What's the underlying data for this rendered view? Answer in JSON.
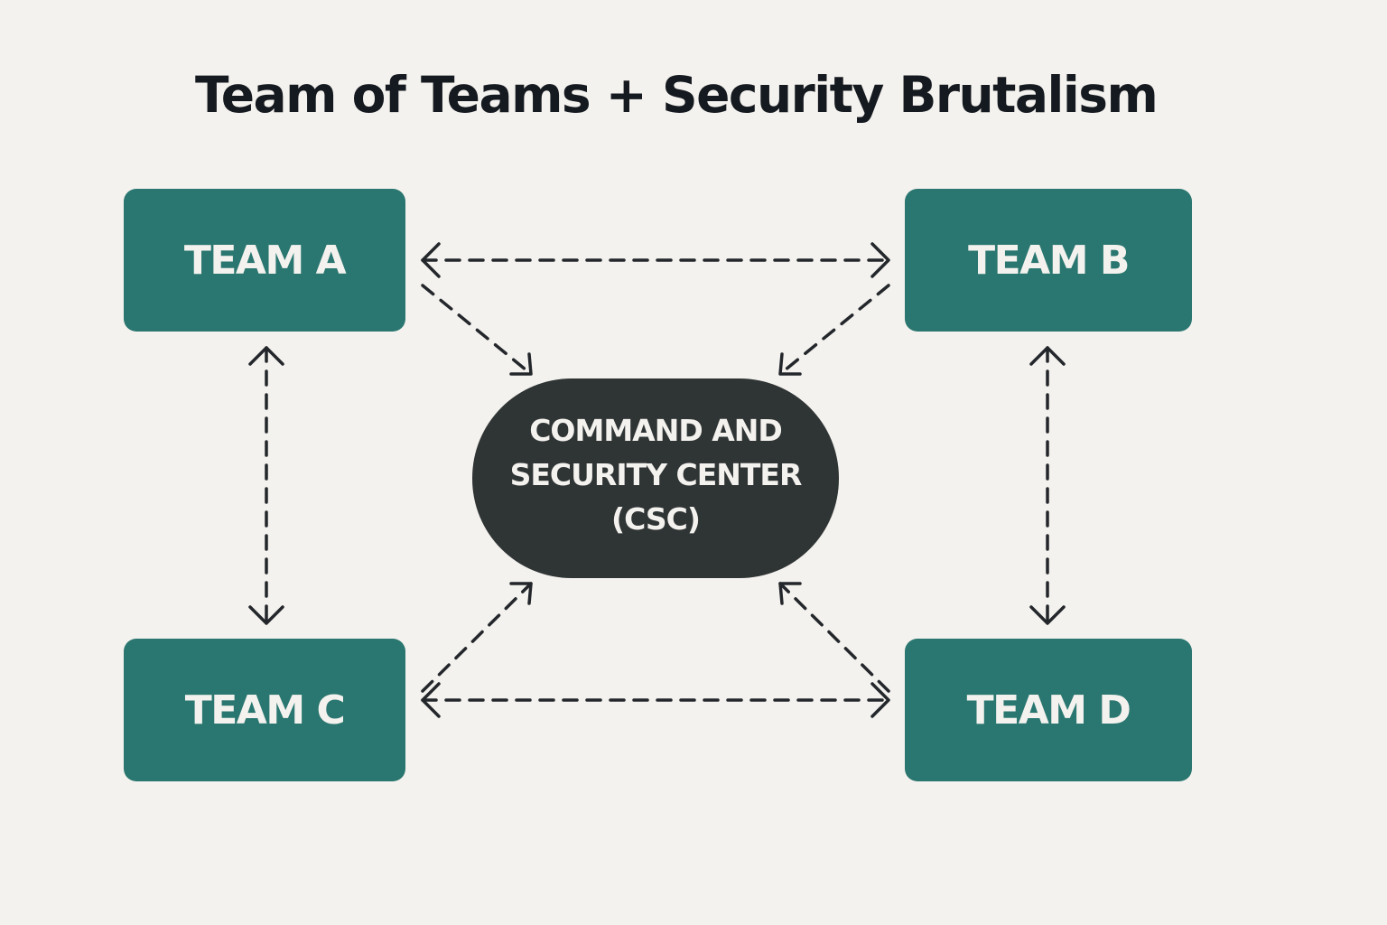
{
  "title": "Team of Teams + Security Brutalism",
  "colors": {
    "background": "#f4f2ee",
    "team_fill": "#2a7670",
    "center_fill": "#2f3435",
    "text_light": "#f4f2ee",
    "text_dark": "#151a20",
    "connector": "#23272b"
  },
  "teams": [
    {
      "id": "team-a",
      "label": "TEAM A"
    },
    {
      "id": "team-b",
      "label": "TEAM B"
    },
    {
      "id": "team-c",
      "label": "TEAM C"
    },
    {
      "id": "team-d",
      "label": "TEAM D"
    }
  ],
  "center": {
    "lines": [
      "COMMAND AND",
      "SECURITY CENTER",
      "(CSC)"
    ]
  },
  "connections": [
    {
      "from": "team-a",
      "to": "team-b",
      "type": "bidirectional",
      "style": "dashed"
    },
    {
      "from": "team-a",
      "to": "team-c",
      "type": "bidirectional",
      "style": "dashed"
    },
    {
      "from": "team-b",
      "to": "team-d",
      "type": "bidirectional",
      "style": "dashed"
    },
    {
      "from": "team-c",
      "to": "team-d",
      "type": "bidirectional",
      "style": "dashed"
    },
    {
      "from": "team-a",
      "to": "csc",
      "type": "directed",
      "style": "dashed"
    },
    {
      "from": "team-b",
      "to": "csc",
      "type": "directed",
      "style": "dashed"
    },
    {
      "from": "team-c",
      "to": "csc",
      "type": "directed",
      "style": "dashed"
    },
    {
      "from": "team-d",
      "to": "csc",
      "type": "directed",
      "style": "dashed"
    }
  ]
}
